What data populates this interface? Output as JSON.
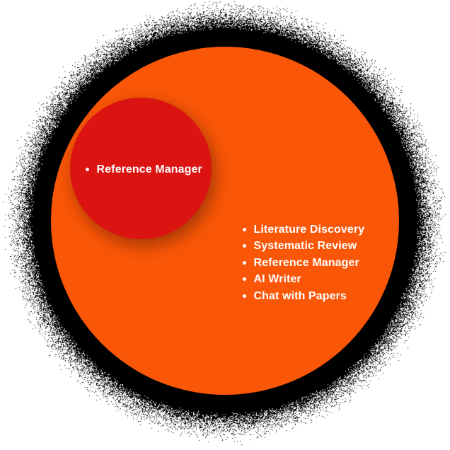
{
  "colors": {
    "page_bg": "#ffffff",
    "outer": "#FA5607",
    "inner": "#DB1412",
    "text": "#ffffff",
    "shadow": "#000000"
  },
  "diagram": {
    "title": "venn-diagram-feature-comparison",
    "inner_circle": {
      "items": [
        "Reference Manager"
      ]
    },
    "outer_circle": {
      "items": [
        "Literature Discovery",
        "Systematic Review",
        "Reference Manager",
        "AI Writer",
        "Chat with Papers"
      ]
    }
  }
}
